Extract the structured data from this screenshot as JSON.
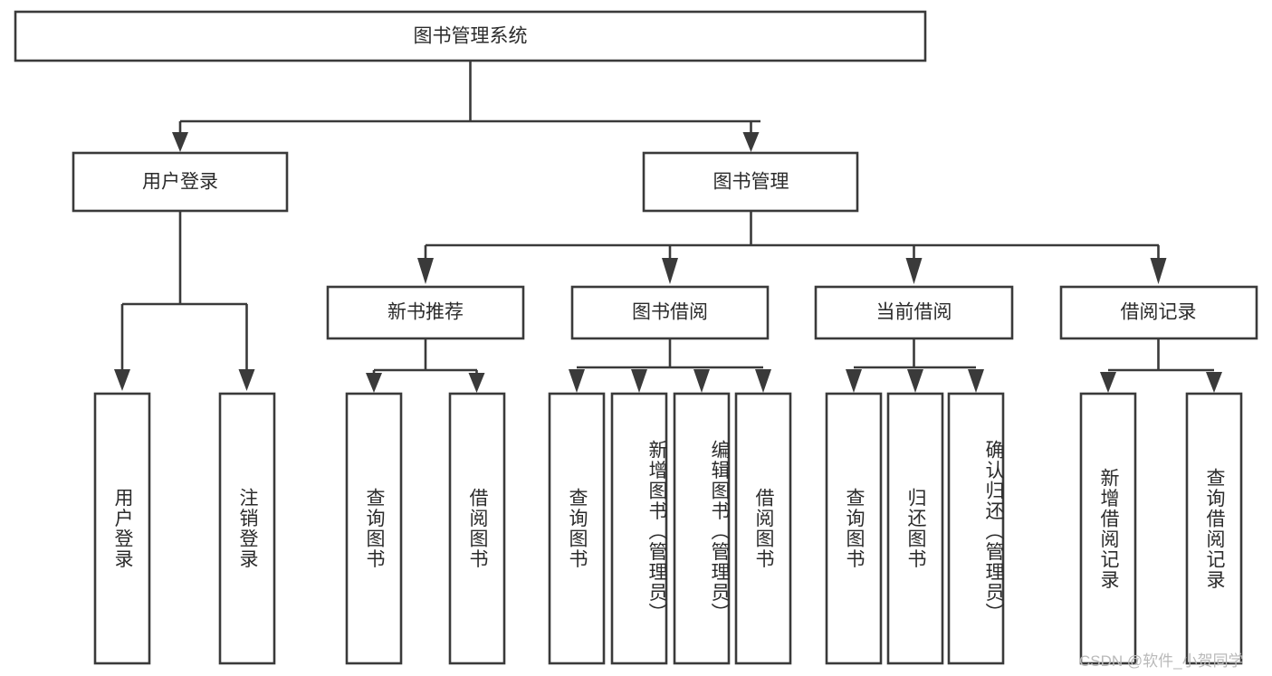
{
  "diagram": {
    "title": "图书管理系统",
    "type": "hierarchy-tree",
    "root": {
      "label": "图书管理系统"
    },
    "level2": [
      {
        "label": "用户登录"
      },
      {
        "label": "图书管理"
      }
    ],
    "level3": [
      {
        "label": "新书推荐"
      },
      {
        "label": "图书借阅"
      },
      {
        "label": "当前借阅"
      },
      {
        "label": "借阅记录"
      }
    ],
    "leaves": {
      "user_login": [
        {
          "label": "用户登录"
        },
        {
          "label": "注销登录"
        }
      ],
      "new_book_recommend": [
        {
          "label": "查询图书"
        },
        {
          "label": "借阅图书"
        }
      ],
      "book_borrow": [
        {
          "label": "查询图书"
        },
        {
          "label": "新增图书（管理员）"
        },
        {
          "label": "编辑图书（管理员）"
        },
        {
          "label": "借阅图书"
        }
      ],
      "current_borrow": [
        {
          "label": "查询图书"
        },
        {
          "label": "归还图书"
        },
        {
          "label": "确认归还（管理员）"
        }
      ],
      "borrow_record": [
        {
          "label": "新增借阅记录"
        },
        {
          "label": "查询借阅记录"
        }
      ]
    }
  },
  "watermark": {
    "text": "CSDN @软件_小贺同学"
  },
  "colors": {
    "stroke": "#3a3a3a",
    "fill": "#ffffff",
    "text": "#2b2b2b",
    "watermark": "#b9b9b9"
  }
}
